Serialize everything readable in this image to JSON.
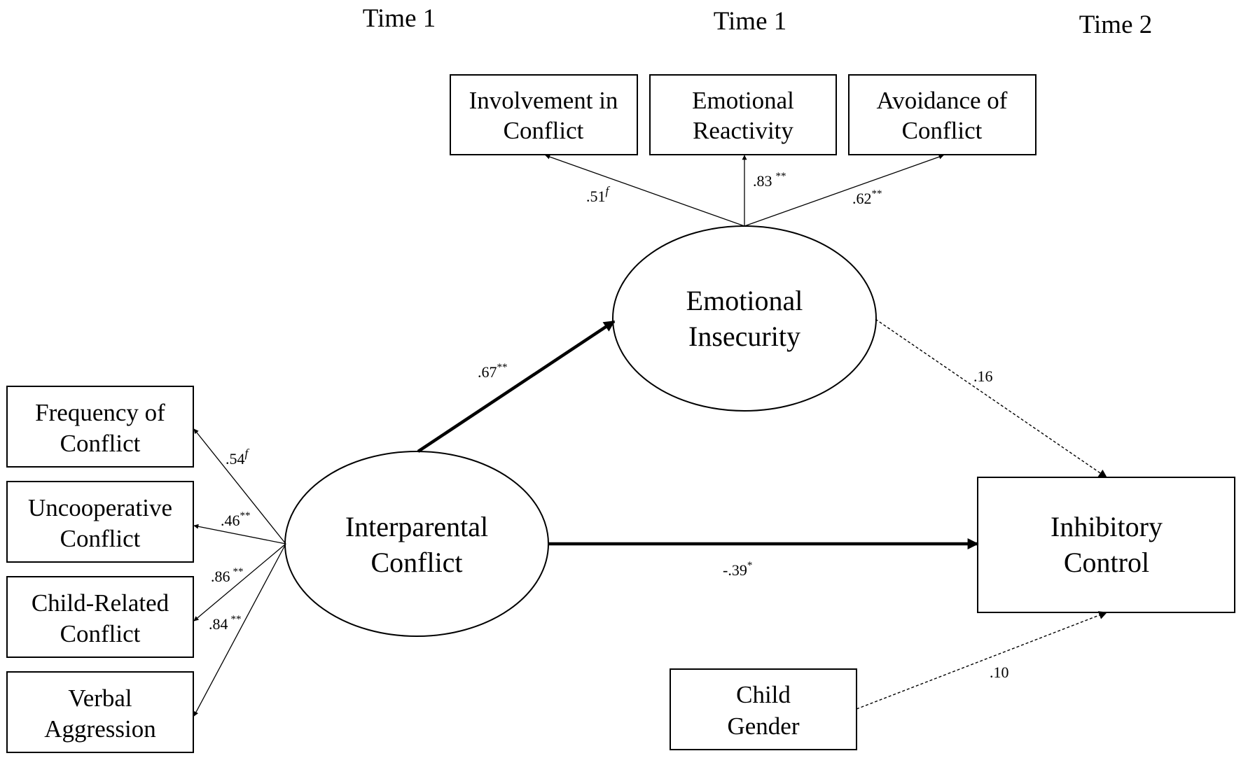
{
  "time_labels": [
    "Time 1",
    "Time 1",
    "Time 2"
  ],
  "indicators_top": [
    {
      "line1": "Involvement in",
      "line2": "Conflict"
    },
    {
      "line1": "Emotional",
      "line2": "Reactivity"
    },
    {
      "line1": "Avoidance of",
      "line2": "Conflict"
    }
  ],
  "indicators_left": [
    {
      "line1": "Frequency of",
      "line2": "Conflict"
    },
    {
      "line1": "Uncooperative",
      "line2": "Conflict"
    },
    {
      "line1": "Child-Related",
      "line2": "Conflict"
    },
    {
      "line1": "Verbal",
      "line2": "Aggression"
    }
  ],
  "latent": {
    "emotional_insecurity": {
      "line1": "Emotional",
      "line2": "Insecurity"
    },
    "interparental_conflict": {
      "line1": "Interparental",
      "line2": "Conflict"
    }
  },
  "outcome": {
    "line1": "Inhibitory",
    "line2": "Control"
  },
  "covariate": {
    "line1": "Child",
    "line2": "Gender"
  },
  "loadings_top": [
    {
      "value": ".51",
      "mark": "f"
    },
    {
      "value": ".83",
      "mark": "**"
    },
    {
      "value": ".62",
      "mark": "**"
    }
  ],
  "loadings_left": [
    {
      "value": ".54",
      "mark": "f"
    },
    {
      "value": ".46",
      "mark": "**"
    },
    {
      "value": ".86",
      "mark": "**"
    },
    {
      "value": ".84",
      "mark": "**"
    }
  ],
  "paths": {
    "ic_to_ei": {
      "value": ".67",
      "mark": "**"
    },
    "ei_to_control": {
      "value": ".16",
      "mark": ""
    },
    "ic_to_control": {
      "value": "-.39",
      "mark": "*"
    },
    "gender_to_control": {
      "value": ".10",
      "mark": ""
    }
  }
}
